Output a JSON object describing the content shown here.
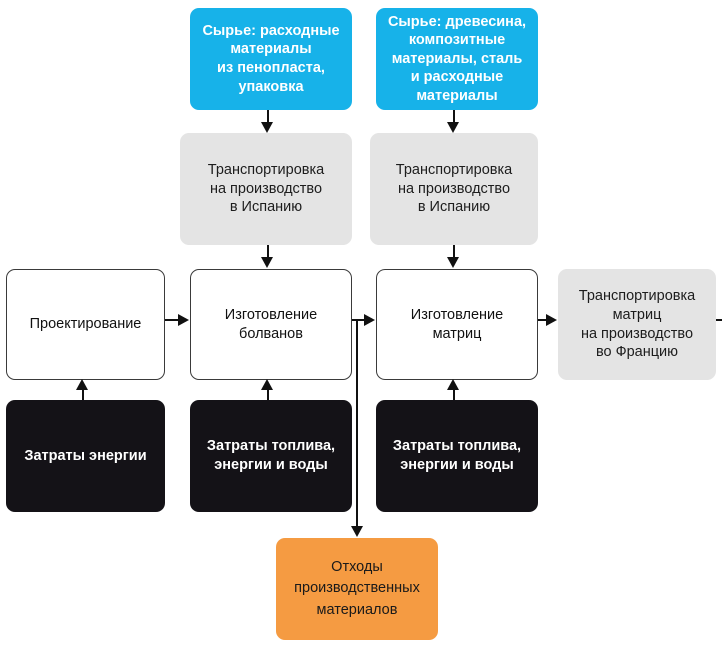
{
  "diagram": {
    "type": "process-flow",
    "colors": {
      "source": "#17b2e9",
      "transport": "#e4e4e4",
      "process": "#ffffff",
      "input": "#141217",
      "waste": "#f59b42",
      "connector": "#111111"
    },
    "nodes": {
      "source_foam": "Сырье: расходные\nматериалы\nиз пенопласта,\nупаковка",
      "source_wood": "Сырье: древесина,\nкомпозитные\nматериалы, сталь\nи расходные\nматериалы",
      "transport_spain_1": "Транспортировка\nна производство\nв Испанию",
      "transport_spain_2": "Транспортировка\nна производство\nв Испанию",
      "process_design": "Проектирование",
      "process_plugs": "Изготовление\nболванов",
      "process_molds": "Изготовление\nматриц",
      "transport_france": "Транспортировка\nматриц\nна производство\nво Францию",
      "input_energy": "Затраты энергии",
      "input_fuel_1": "Затраты топлива,\nэнергии и воды",
      "input_fuel_2": "Затраты топлива,\nэнергии и воды",
      "waste_materials": "Отходы\nпроизводственных\nматериалов"
    }
  }
}
